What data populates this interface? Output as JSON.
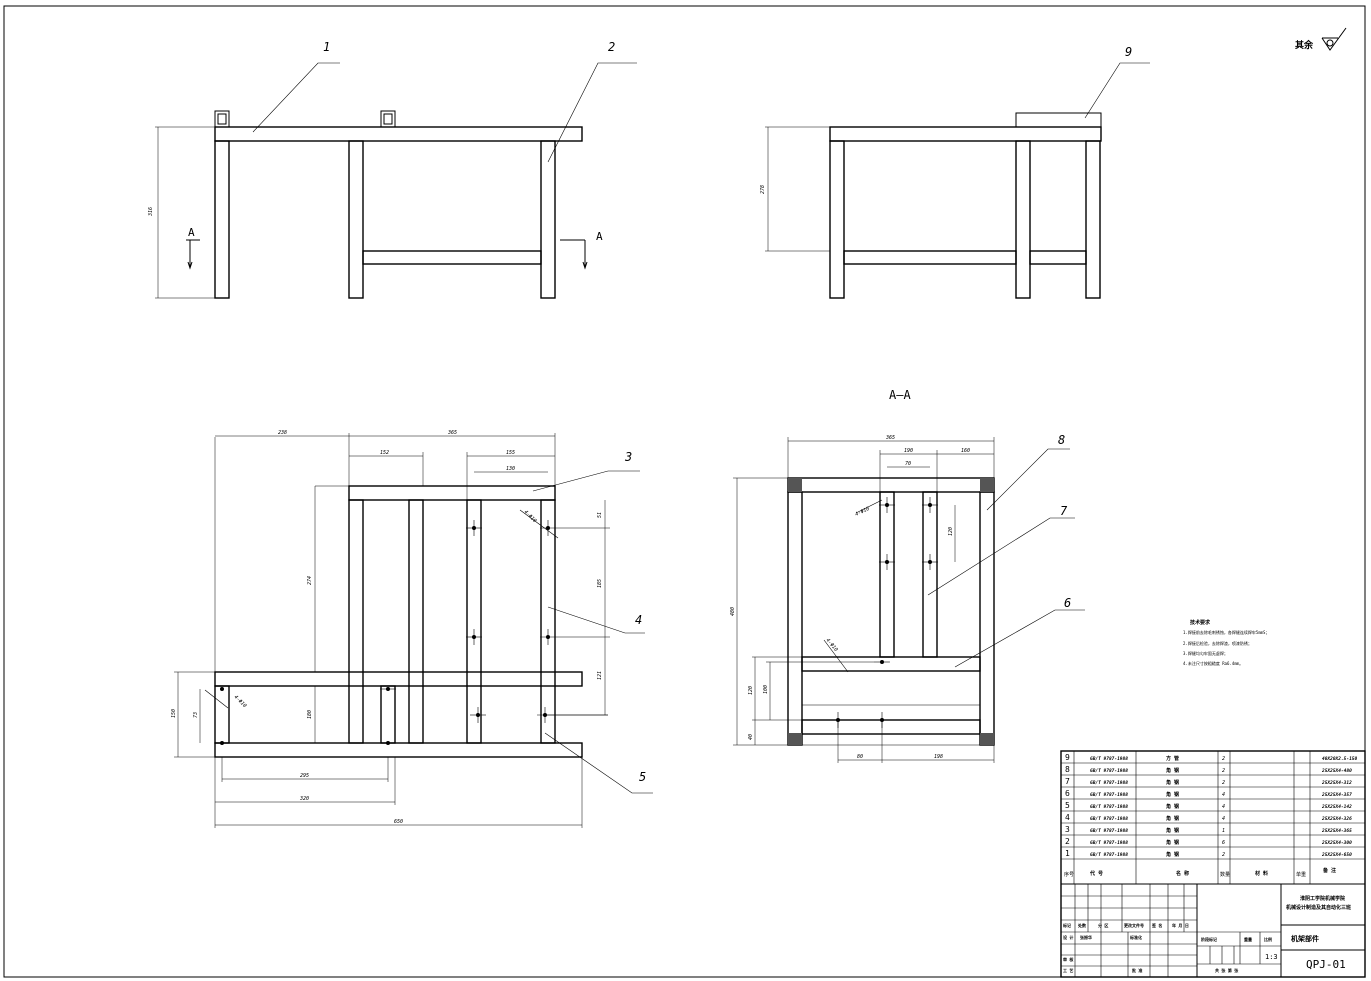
{
  "section_label": "A—A",
  "section_markers": [
    "A",
    "A"
  ],
  "roughness_note": "其余",
  "balloons": [
    "1",
    "2",
    "3",
    "4",
    "5",
    "6",
    "7",
    "8",
    "9"
  ],
  "dims": {
    "front_height": "316",
    "side_height": "278",
    "top_238": "238",
    "top_365": "365",
    "top_152": "152",
    "top_155": "155",
    "top_130": "130",
    "hole_dim_top": "4-Φ10",
    "v_51": "51",
    "v_185": "185",
    "v_274": "274",
    "v_121": "121",
    "l_150": "150",
    "l_73": "73",
    "l_180": "180",
    "b_295": "295",
    "b_320": "320",
    "b_650": "650",
    "hole_dim_bl": "4-Φ10",
    "s_365": "365",
    "s_190": "190",
    "s_160": "160",
    "s_70": "70",
    "s_120": "120",
    "s_480": "480",
    "s_120b": "120",
    "s_100": "100",
    "s_40": "40",
    "s_80": "80",
    "s_198": "198",
    "hole_dim_sa": "4-Φ10",
    "hole_dim_sb": "4-Φ10"
  },
  "notes": {
    "title": "技术要求",
    "lines": [
      "1.焊接前去除毛刺锈蚀，各焊缝连续焊牢5mmS；",
      "2.焊接后检验，去除焊渣，喷漆防锈；",
      "3.焊缝均匀牢固无虚焊；",
      "4.未注尺寸按粗糙度 Ra6.4mm。"
    ]
  },
  "bom": [
    {
      "no": "9",
      "code": "GB/T 9787-1988",
      "name": "方 管",
      "qty": "2",
      "note": "40X20X2.5-150"
    },
    {
      "no": "8",
      "code": "GB/T 9787-1988",
      "name": "角 钢",
      "qty": "2",
      "note": "25X25X4-480"
    },
    {
      "no": "7",
      "code": "GB/T 9787-1988",
      "name": "角 钢",
      "qty": "2",
      "note": "25X25X4-312"
    },
    {
      "no": "6",
      "code": "GB/T 9787-1988",
      "name": "角 钢",
      "qty": "4",
      "note": "25X25X4-357"
    },
    {
      "no": "5",
      "code": "GB/T 9787-1988",
      "name": "角 钢",
      "qty": "4",
      "note": "25X25X4-142"
    },
    {
      "no": "4",
      "code": "GB/T 9787-1988",
      "name": "角 钢",
      "qty": "4",
      "note": "25X25X4-326"
    },
    {
      "no": "3",
      "code": "GB/T 9787-1988",
      "name": "角 钢",
      "qty": "1",
      "note": "25X25X4-365"
    },
    {
      "no": "2",
      "code": "GB/T 9787-1988",
      "name": "角 钢",
      "qty": "6",
      "note": "25X25X4-300"
    },
    {
      "no": "1",
      "code": "GB/T 9787-1988",
      "name": "角 钢",
      "qty": "2",
      "note": "25X25X4-650"
    }
  ],
  "bom_header": {
    "no": "序号",
    "code": "代 号",
    "name": "名 称",
    "qty": "数量",
    "material": "材 料",
    "weight": "单重",
    "note": "备 注"
  },
  "title_block": {
    "school_line1": "淮阴工学院机械学院",
    "school_line2": "机械设计制造及其自动化三班",
    "drawing_name": "机架部件",
    "drawing_code": "QPJ-01",
    "scale": "1:3",
    "row_labels": [
      "标记",
      "处数",
      "分 区",
      "更改文件号",
      "签 名",
      "年 月 日"
    ],
    "design_labels": [
      "设 计",
      "张振华",
      "标准化"
    ],
    "stage_labels": [
      "阶段标记",
      "重量",
      "比例"
    ],
    "review": "审 核",
    "craft": "工 艺",
    "approve": "批 准",
    "sheets": "共 张 第 张"
  }
}
